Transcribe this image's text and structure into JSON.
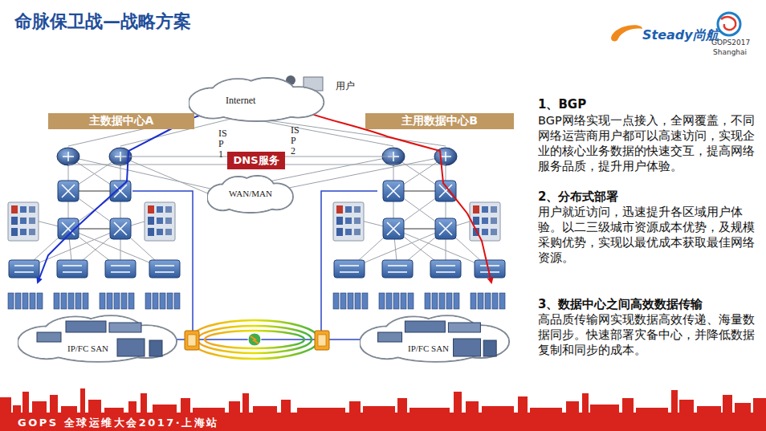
{
  "diagram": {
    "title": "命脉保卫战—战略方案",
    "nodes": [
      {
        "text": [
          "Internet"
        ]
      },
      {
        "text": [
          "主数据中心A"
        ]
      },
      {
        "text": [
          "主用数据中心B"
        ]
      },
      {
        "text": [
          "DNS服务"
        ]
      },
      {
        "text": [
          "WAN/MAN"
        ]
      },
      {
        "text": [
          "IP/FC SAN"
        ]
      },
      {
        "text": [
          "IP/FC SAN"
        ]
      }
    ],
    "edges": [
      {
        "from": 5,
        "to": 6,
        "arrow": "none"
      }
    ],
    "labels": [
      "用户",
      "ISP1",
      "ISP2",
      "1、BGP",
      "BGP网络实现一点接入，全网覆盖，不同网络运营商用户都可以高速访问，实现企业的核心业务数据的快速交互，提高网络服务品质，提升用户体验。",
      "2、分布式部署",
      "用户就近访问，迅速提升各区域用户体验。以二三级城市资源成本优势，及规模采购优势，实现以最优成本获取最佳网络资源。",
      "3、数据中心之间高效数据传输",
      "高品质传输网实现数据高效传递、海量数据同步。快速部署灾备中心，并降低数据复制和同步的成本。",
      "Steady尚航",
      "GOPS2017",
      "Shanghai",
      "GOPS 全球运维大会2017·上海站"
    ]
  }
}
